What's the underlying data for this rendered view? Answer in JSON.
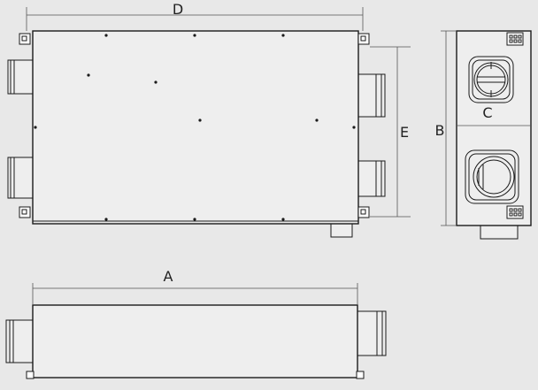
{
  "labels": {
    "D": "D",
    "E": "E",
    "B": "B",
    "C": "C",
    "A": "A"
  },
  "colors": {
    "background": "#e8e8e8",
    "line": "#1a1a1a",
    "dim": "#555555",
    "fill": "#eeeeee"
  }
}
